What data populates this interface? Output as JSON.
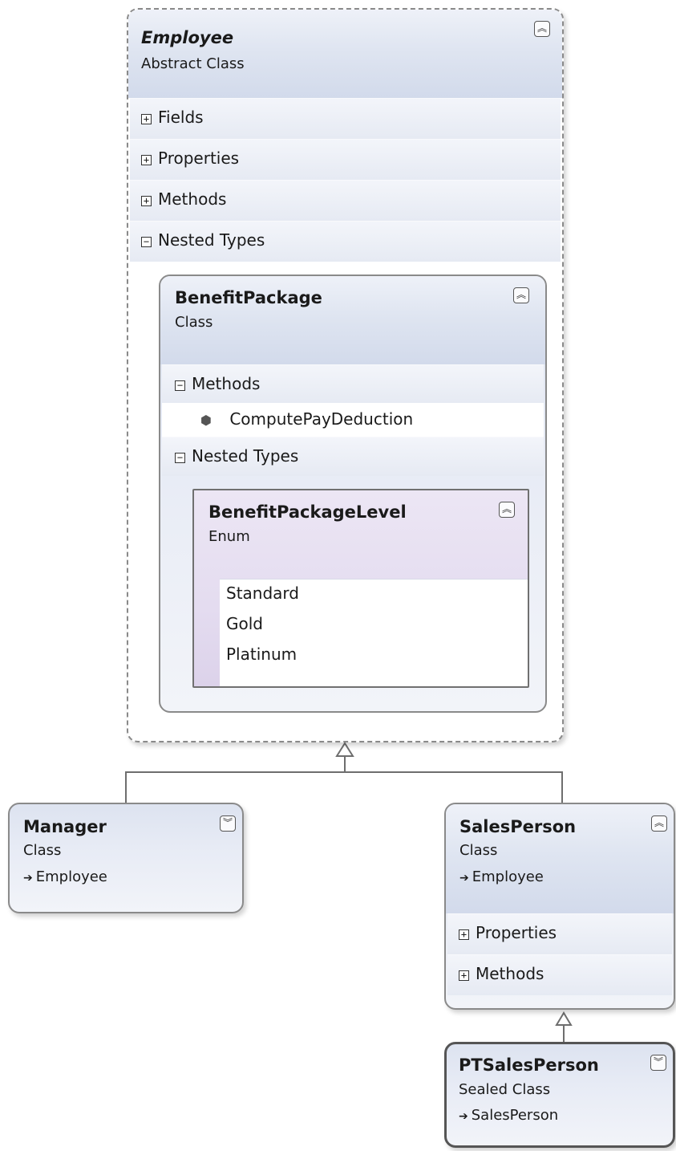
{
  "employee": {
    "name": "Employee",
    "kind": "Abstract Class",
    "compartments": [
      "Fields",
      "Properties",
      "Methods",
      "Nested Types"
    ],
    "toggle": "collapse"
  },
  "benefit_package": {
    "name": "BenefitPackage",
    "kind": "Class",
    "methods_label": "Methods",
    "method": "ComputePayDeduction",
    "nested_label": "Nested Types",
    "toggle": "collapse"
  },
  "benefit_package_level": {
    "name": "BenefitPackageLevel",
    "kind": "Enum",
    "values": [
      "Standard",
      "Gold",
      "Platinum"
    ],
    "toggle": "collapse"
  },
  "manager": {
    "name": "Manager",
    "kind": "Class",
    "base": "Employee",
    "toggle": "expand"
  },
  "sales_person": {
    "name": "SalesPerson",
    "kind": "Class",
    "base": "Employee",
    "compartments": [
      "Properties",
      "Methods"
    ],
    "toggle": "collapse"
  },
  "pt_sales_person": {
    "name": "PTSalesPerson",
    "kind": "Sealed Class",
    "base": "SalesPerson",
    "toggle": "expand"
  },
  "icons": {
    "collapse": "double-chevron-up-icon",
    "expand": "double-chevron-down-icon",
    "plus": "plus-box-icon",
    "minus": "minus-box-icon",
    "method": "method-cube-icon",
    "inherit": "inherit-arrow-icon"
  }
}
